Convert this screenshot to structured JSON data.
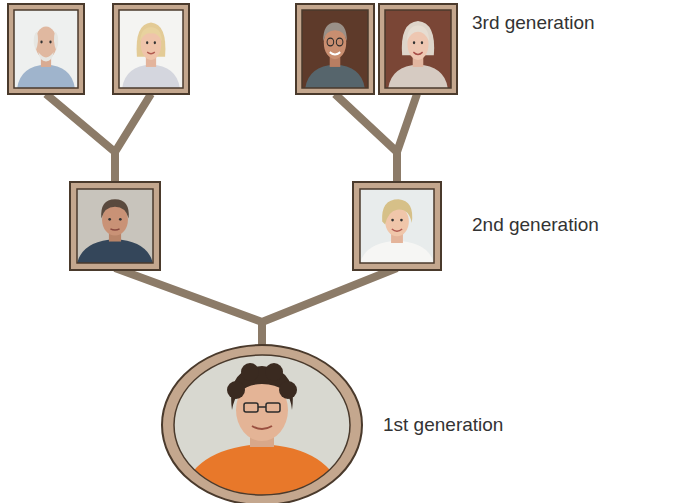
{
  "diagram": {
    "labels": [
      "3rd generation",
      "2nd generation",
      "1st generation"
    ]
  }
}
